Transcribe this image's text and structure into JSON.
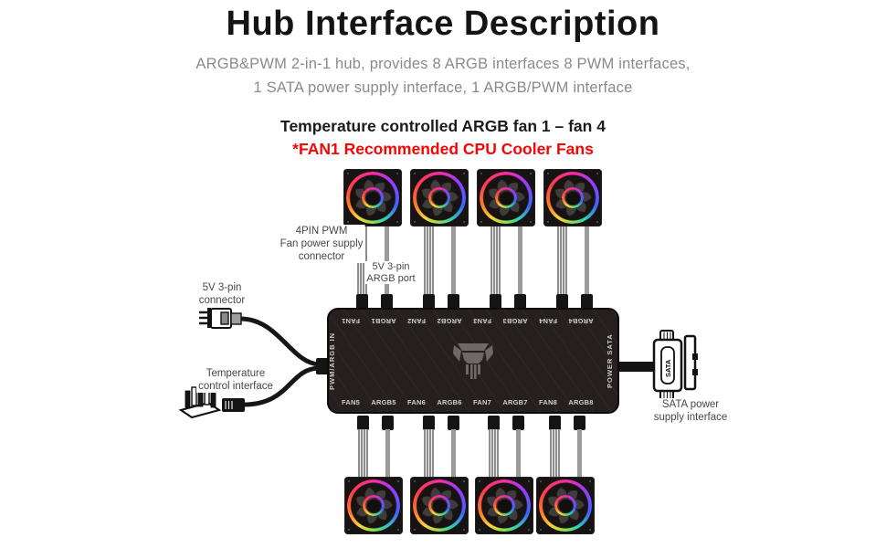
{
  "header": {
    "title": "Hub Interface Description",
    "subtitle_line1": "ARGB&PWM 2-in-1 hub, provides 8 ARGB interfaces 8 PWM interfaces,",
    "subtitle_line2": "1 SATA power supply interface, 1 ARGB/PWM interface",
    "temp_note": "Temperature controlled ARGB fan 1 – fan 4",
    "fan1_note": "*FAN1 Recommended CPU Cooler Fans"
  },
  "hub": {
    "top_ports": [
      "FAN1",
      "ARGB1",
      "FAN2",
      "ARGB2",
      "FAN3",
      "ARGB3",
      "FAN4",
      "ARGB4"
    ],
    "bottom_ports": [
      "FAN5",
      "ARGB5",
      "FAN6",
      "ARGB6",
      "FAN7",
      "ARGB7",
      "FAN8",
      "ARGB8"
    ],
    "left_port": "PWM/ARGB IN",
    "right_port": "POWER SATA"
  },
  "callouts": {
    "pwm_connector": [
      "4PIN PWM",
      "Fan power supply",
      "connector"
    ],
    "argb_port": [
      "5V 3-pin",
      "ARGB port"
    ],
    "five_v_connector": [
      "5V 3-pin",
      "connector"
    ],
    "temp_interface": [
      "Temperature",
      "control interface"
    ],
    "sata_interface": [
      "SATA power",
      "supply interface"
    ],
    "sata_plug": "SATA"
  },
  "colors": {
    "accent_red": "#f40606",
    "hub_body": "#251f1f",
    "label_gray": "#8a8a8a",
    "rainbow": [
      "#ff2da0",
      "#9a3bff",
      "#3f63ff",
      "#2fd4b0",
      "#8be04a",
      "#ffd23b",
      "#ff7a2e",
      "#ff3b4e"
    ]
  }
}
